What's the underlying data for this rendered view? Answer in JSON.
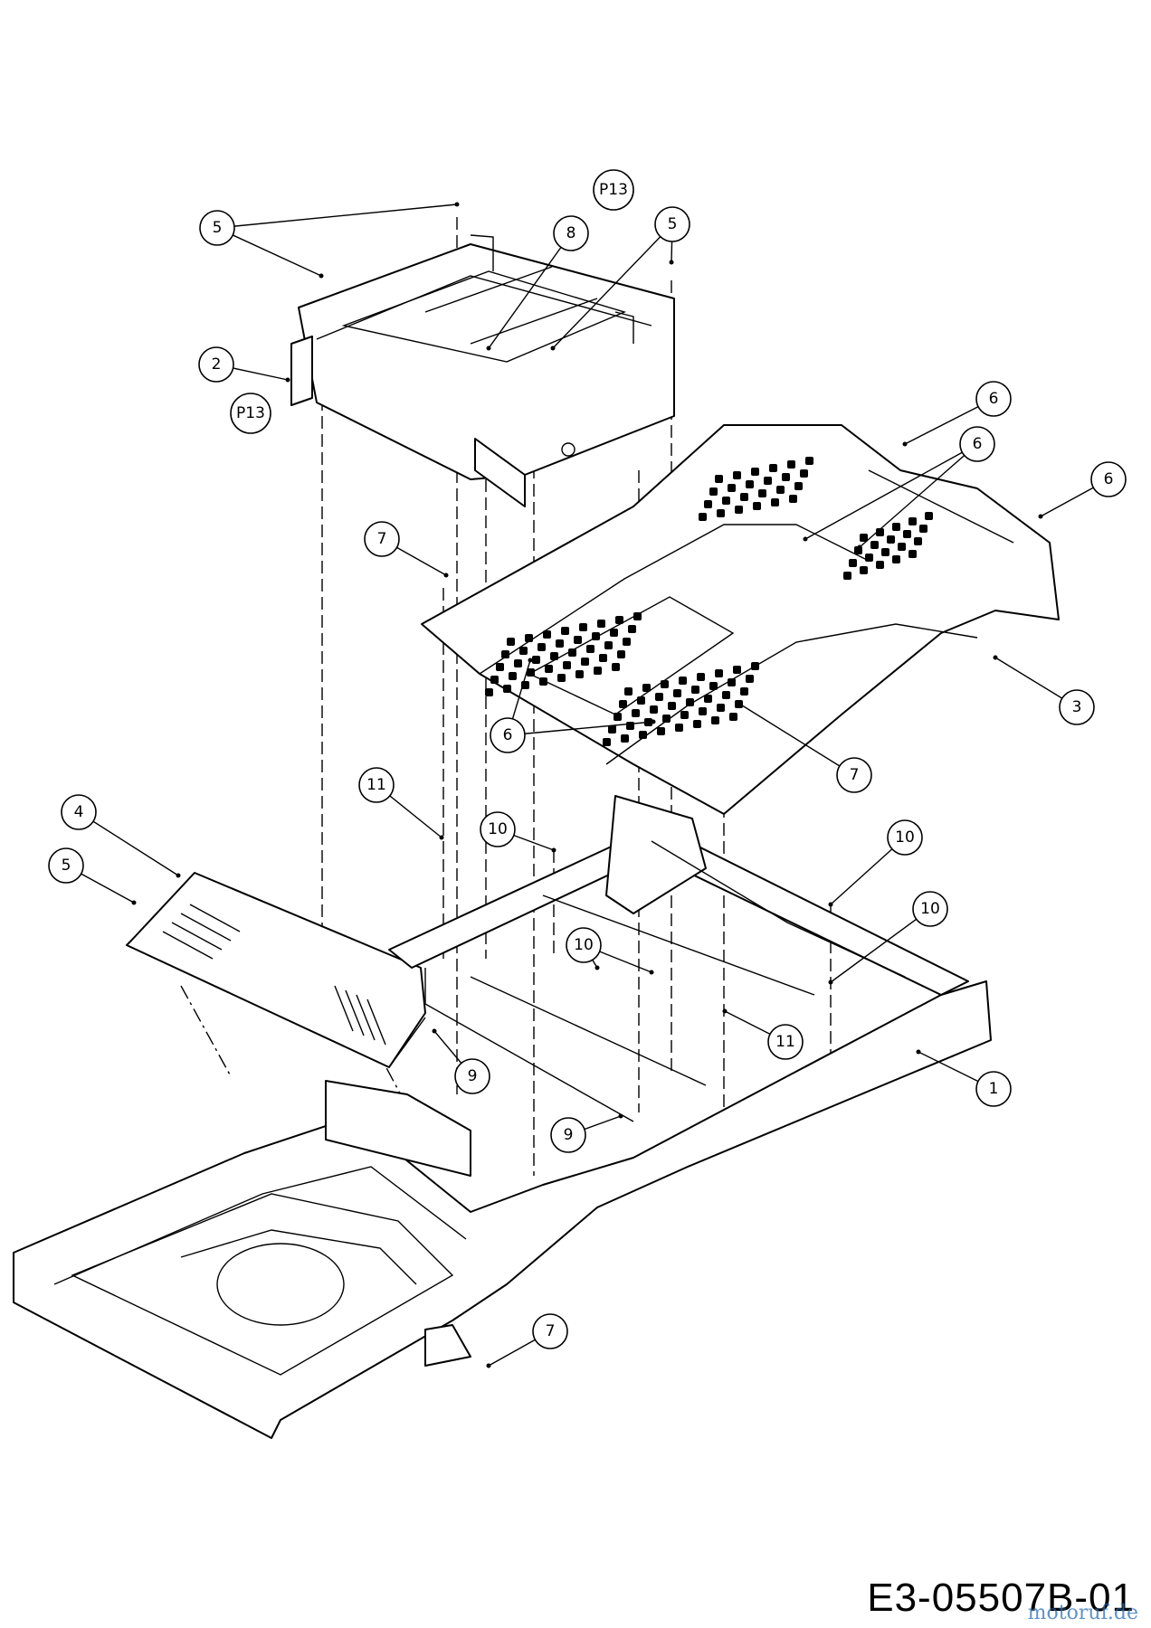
{
  "diagram": {
    "drawing_code": "E3-05507B-01",
    "watermark": "motoruf.de",
    "callouts": [
      {
        "label": "5"
      },
      {
        "label": "P13"
      },
      {
        "label": "8"
      },
      {
        "label": "5"
      },
      {
        "label": "2"
      },
      {
        "label": "P13"
      },
      {
        "label": "6"
      },
      {
        "label": "6"
      },
      {
        "label": "6"
      },
      {
        "label": "7"
      },
      {
        "label": "3"
      },
      {
        "label": "6"
      },
      {
        "label": "7"
      },
      {
        "label": "11"
      },
      {
        "label": "10"
      },
      {
        "label": "4"
      },
      {
        "label": "10"
      },
      {
        "label": "5"
      },
      {
        "label": "10"
      },
      {
        "label": "10"
      },
      {
        "label": "11"
      },
      {
        "label": "9"
      },
      {
        "label": "1"
      },
      {
        "label": "9"
      },
      {
        "label": "7"
      }
    ]
  }
}
